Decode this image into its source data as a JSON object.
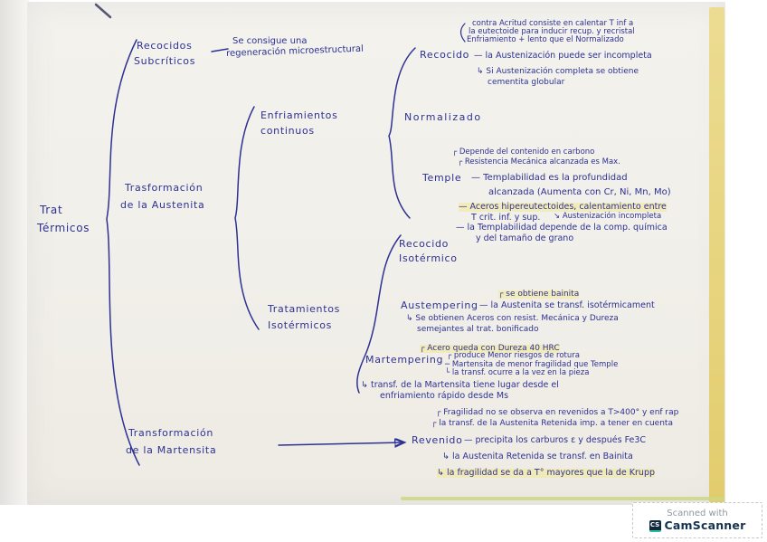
{
  "colors": {
    "ink": "#2d3193",
    "paper": "#f1efe9",
    "edge_yellow": "#e7d47e",
    "highlight": "#f3e996",
    "badge_navy": "#16324f",
    "badge_teal": "#2bbfa3"
  },
  "map": {
    "root": {
      "l1": "Trat",
      "l2": "Térmicos"
    },
    "recocidos_subcriticos": {
      "l1": "Recocidos",
      "l2": "Subcríticos",
      "note1": "Se consigue una",
      "note2": "regeneración microestructural"
    },
    "trasformacion_austenita": {
      "l1": "Trasformación",
      "l2": "de la Austenita"
    },
    "enfriamientos_continuos": {
      "l1": "Enfriamientos",
      "l2": "continuos"
    },
    "recocido": {
      "pre1": "contra Acritud consiste en calentar T inf a",
      "pre2": "la eutectoide para inducir recup. y recristal",
      "pre3": "Enfriamiento + lento que el Normalizado",
      "label": "Recocido",
      "note": "— la Austenización puede ser incompleta",
      "sub1": "↳ Si Austenización completa se obtiene",
      "sub2": "cementita globular"
    },
    "normalizado": {
      "label": "Normalizado"
    },
    "temple": {
      "label": "Temple",
      "n1": "┌ Depende del contenido en carbono",
      "n2": "┌ Resistencia Mecánica alcanzada es Max.",
      "n3a": "— Templabilidad es la profundidad",
      "n3b": "alcanzada (Aumenta con Cr, Ni, Mn, Mo)",
      "n4a": "— Aceros hipereutectoides, calentamiento entre",
      "n4b": "T crit. inf. y sup.",
      "n4c": "↘ Austenización incompleta",
      "n5a": "— la Templabilidad depende de la comp. química",
      "n5b": "y del tamaño de grano"
    },
    "tratamientos_isotermicos": {
      "l1": "Tratamientos",
      "l2": "Isotérmicos"
    },
    "recocido_isotermico": {
      "l1": "Recocido",
      "l2": "Isotérmico"
    },
    "austempering": {
      "pre": "┌ se obtiene bainita",
      "label": "Austempering",
      "note": "— la Austenita se transf. isotérmicament",
      "sub1": "↳ Se obtienen Aceros con resist. Mecánica y Dureza",
      "sub2": "semejantes al trat. bonificado"
    },
    "martempering": {
      "pre": "┌ Acero queda con Dureza 40 HRC",
      "label": "Martempering",
      "n1": "┌ produce Menor riesgos de rotura",
      "n2": "─ Martensita de menor fragilidad que Temple",
      "n3": "└ la transf. ocurre a la vez en la pieza",
      "sub1": "↳ transf. de la Martensita tiene lugar desde el",
      "sub2": "enfriamiento rápido desde Ms"
    },
    "trasformacion_martensita": {
      "l1": "Transformación",
      "l2": "de la Martensita"
    },
    "revenido": {
      "pre1": "┌ Fragilidad no se observa en revenidos a T>400° y enf rap",
      "pre2": "┌ la transf. de la Austenita Retenida imp. a tener en cuenta",
      "label": "Revenido",
      "note": "— precipita los carburos ε y después Fe3C",
      "sub1": "↳ la Austenita Retenida se transf. en Bainita",
      "sub2": "↳ la fragilidad se da a T° mayores que la de Krupp"
    }
  },
  "footer": {
    "scanned_with": "Scanned with",
    "logo": "CS",
    "app": "CamScanner"
  }
}
